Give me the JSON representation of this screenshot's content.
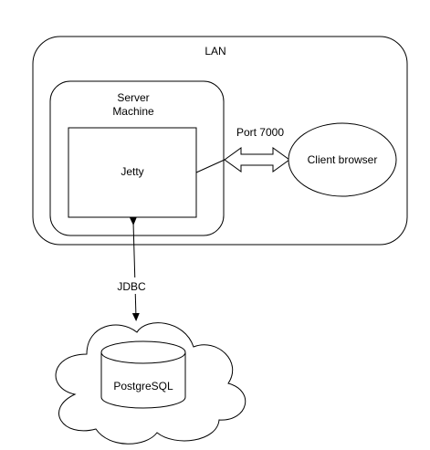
{
  "diagram": {
    "lan_label": "LAN",
    "server_label_line1": "Server",
    "server_label_line2": "Machine",
    "jetty_label": "Jetty",
    "port_label": "Port 7000",
    "client_label": "Client browser",
    "jdbc_label": "JDBC",
    "database_label": "PostgreSQL"
  }
}
